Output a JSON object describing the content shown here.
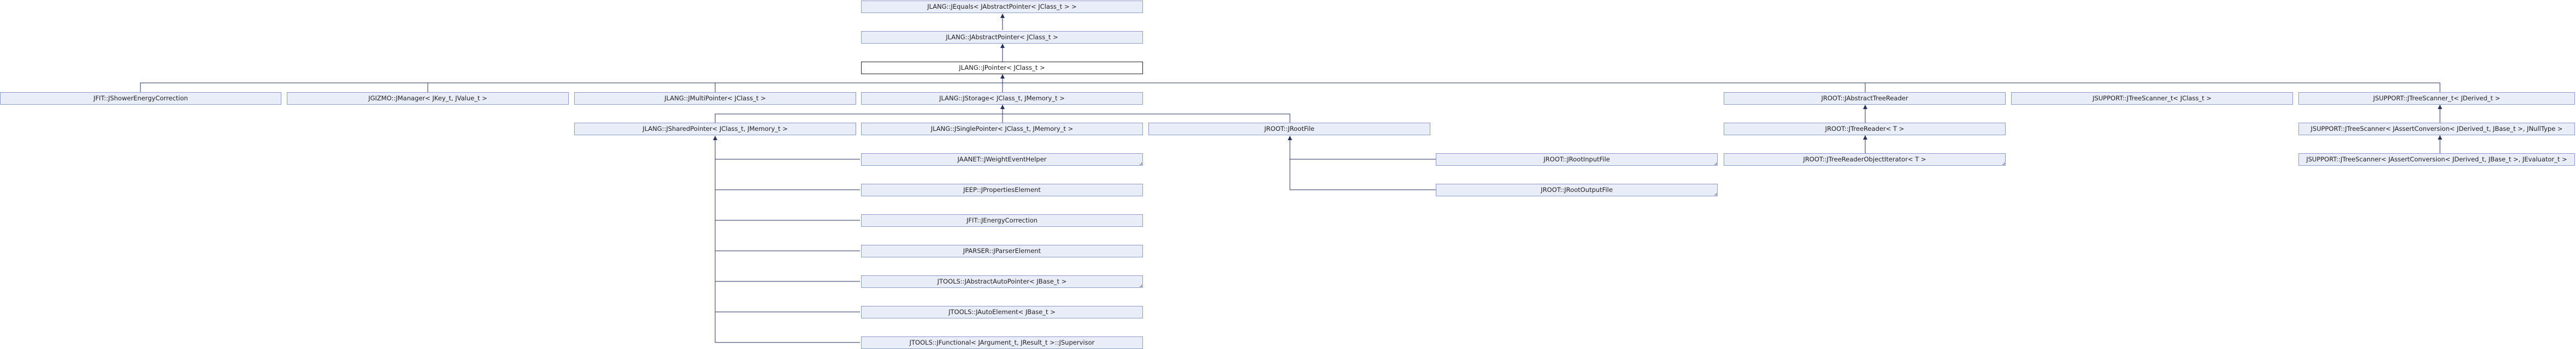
{
  "diagram": {
    "nodes": [
      {
        "id": "equals",
        "label": "JLANG::JEquals< JAbstractPointer< JClass_t > >",
        "current": false
      },
      {
        "id": "abstractptr",
        "label": "JLANG::JAbstractPointer< JClass_t >",
        "current": false
      },
      {
        "id": "pointer",
        "label": "JLANG::JPointer< JClass_t >",
        "current": true
      },
      {
        "id": "shower",
        "label": "JFIT::JShowerEnergyCorrection",
        "current": false
      },
      {
        "id": "gizmo",
        "label": "JGIZMO::JManager< JKey_t, JValue_t >",
        "current": false
      },
      {
        "id": "multiptr",
        "label": "JLANG::JMultiPointer< JClass_t >",
        "current": false
      },
      {
        "id": "storage",
        "label": "JLANG::JStorage< JClass_t, JMemory_t >",
        "current": false
      },
      {
        "id": "abstracttree",
        "label": "JROOT::JAbstractTreeReader",
        "current": false
      },
      {
        "id": "treescanner_b",
        "label": "JSUPPORT::JTreeScanner_t< JClass_t >",
        "current": false
      },
      {
        "id": "treescanner_d",
        "label": "JSUPPORT::JTreeScanner_t< JDerived_t >",
        "current": false
      },
      {
        "id": "sharedptr",
        "label": "JLANG::JSharedPointer< JClass_t, JMemory_t >",
        "current": false
      },
      {
        "id": "singleptr",
        "label": "JLANG::JSinglePointer< JClass_t, JMemory_t >",
        "current": false
      },
      {
        "id": "rootfile",
        "label": "JROOT::JRootFile",
        "current": false
      },
      {
        "id": "treereader",
        "label": "JROOT::JTreeReader< T >",
        "current": false
      },
      {
        "id": "treescanner_conv",
        "label": "JSUPPORT::JTreeScanner< JAssertConversion< JDerived_t, JBase_t >, JNullType >",
        "current": false
      },
      {
        "id": "weight",
        "label": "JAANET::JWeightEventHelper",
        "current": false
      },
      {
        "id": "rootinput",
        "label": "JROOT::JRootInputFile",
        "current": false
      },
      {
        "id": "treereaderiter",
        "label": "JROOT::JTreeReaderObjectIterator< T >",
        "current": false
      },
      {
        "id": "treescanner_eval",
        "label": "JSUPPORT::JTreeScanner< JAssertConversion< JDerived_t, JBase_t >, JEvaluator_t >",
        "current": false
      },
      {
        "id": "propelem",
        "label": "JEEP::JPropertiesElement",
        "current": false
      },
      {
        "id": "rootoutput",
        "label": "JROOT::JRootOutputFile",
        "current": false
      },
      {
        "id": "energycorr",
        "label": "JFIT::JEnergyCorrection",
        "current": false
      },
      {
        "id": "parserelem",
        "label": "JPARSER::JParserElement",
        "current": false
      },
      {
        "id": "abstractauto",
        "label": "JTOOLS::JAbstractAutoPointer< JBase_t >",
        "current": false
      },
      {
        "id": "autoelem",
        "label": "JTOOLS::JAutoElement< JBase_t >",
        "current": false
      },
      {
        "id": "functional",
        "label": "JTOOLS::JFunctional< JArgument_t, JResult_t >::JSupervisor",
        "current": false
      }
    ]
  }
}
